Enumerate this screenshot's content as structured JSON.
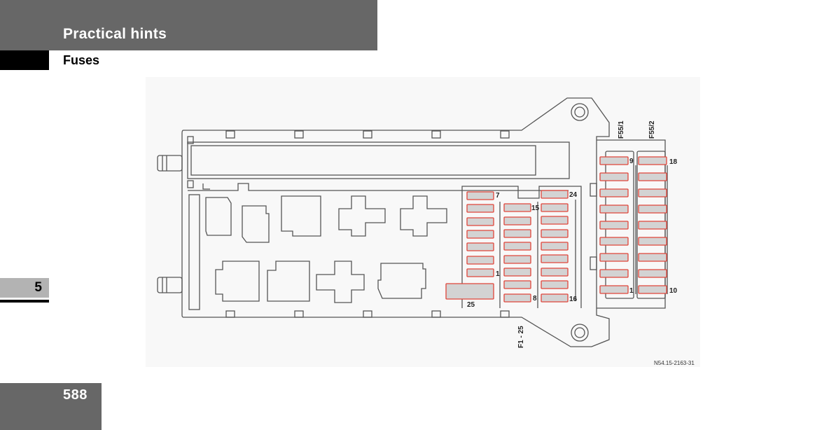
{
  "header": {
    "section_title": "Practical hints",
    "subsection_title": "Fuses"
  },
  "chapter_tab": {
    "number": "5"
  },
  "page": {
    "number": "588"
  },
  "figure": {
    "reference": "N54.15-2163-31",
    "labels": {
      "f55_1": "F55/1",
      "f55_2": "F55/2",
      "f1_25": "F1 - 25",
      "n7": "7",
      "n1": "1",
      "n15": "15",
      "n8": "8",
      "n24": "24",
      "n16": "16",
      "n25": "25",
      "n9": "9",
      "n1b": "1",
      "n18": "18",
      "n10": "10"
    }
  },
  "colors": {
    "dark_gray": "#676767",
    "fuse_outline": "#e0453a",
    "fuse_fill": "#d3d3d3"
  }
}
